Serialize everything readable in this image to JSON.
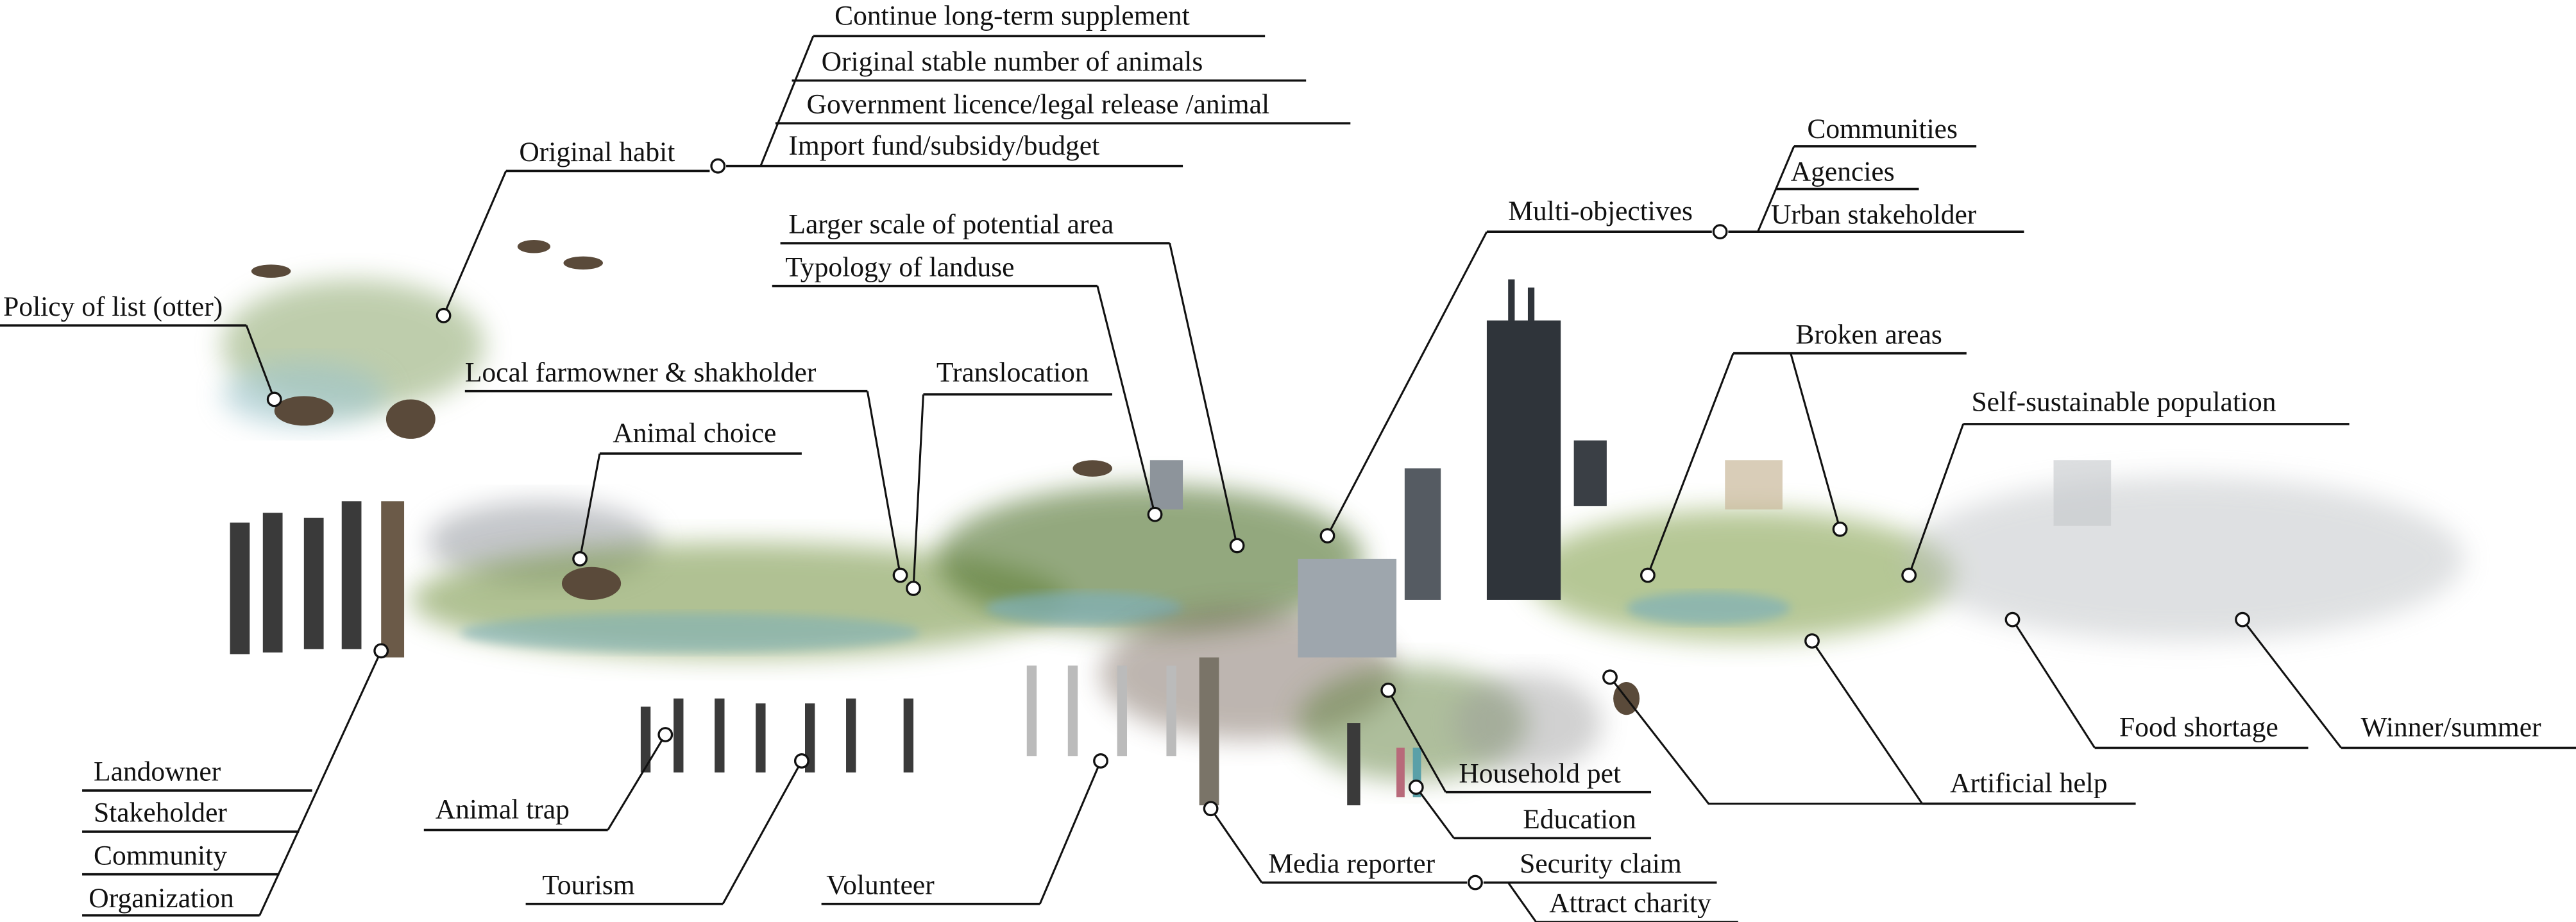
{
  "labels": {
    "continue_supplement": "Continue long-term supplement",
    "original_stable_number": "Original stable number of animals",
    "government_licence": "Government licence/legal release /animal",
    "import_fund": "Import fund/subsidy/budget",
    "original_habit": "Original habit",
    "policy_of_list": "Policy of list (otter)",
    "local_farmowner": "Local farmowner & shakholder",
    "translocation": "Translocation",
    "animal_choice": "Animal choice",
    "larger_scale": "Larger scale of potential area",
    "typology_landuse": "Typology of landuse",
    "multi_objectives": "Multi-objectives",
    "communities": "Communities",
    "agencies": "Agencies",
    "urban_stakeholder": "Urban stakeholder",
    "broken_areas": "Broken areas",
    "self_sustainable": "Self-sustainable population",
    "food_shortage": "Food shortage",
    "winner_summer": "Winner/summer",
    "artificial_help": "Artificial help",
    "household_pet": "Household pet",
    "education": "Education",
    "media_reporter": "Media reporter",
    "security_claim": "Security claim",
    "attract_charity": "Attract charity",
    "volunteer": "Volunteer",
    "tourism": "Tourism",
    "animal_trap": "Animal trap",
    "landowner": "Landowner",
    "stakeholder": "Stakeholder",
    "community": "Community",
    "organization": "Organization"
  },
  "colors": {
    "line": "#111111",
    "grass": "#6f8f3a",
    "water": "#7fb0b8",
    "city": "#3a3f45"
  }
}
